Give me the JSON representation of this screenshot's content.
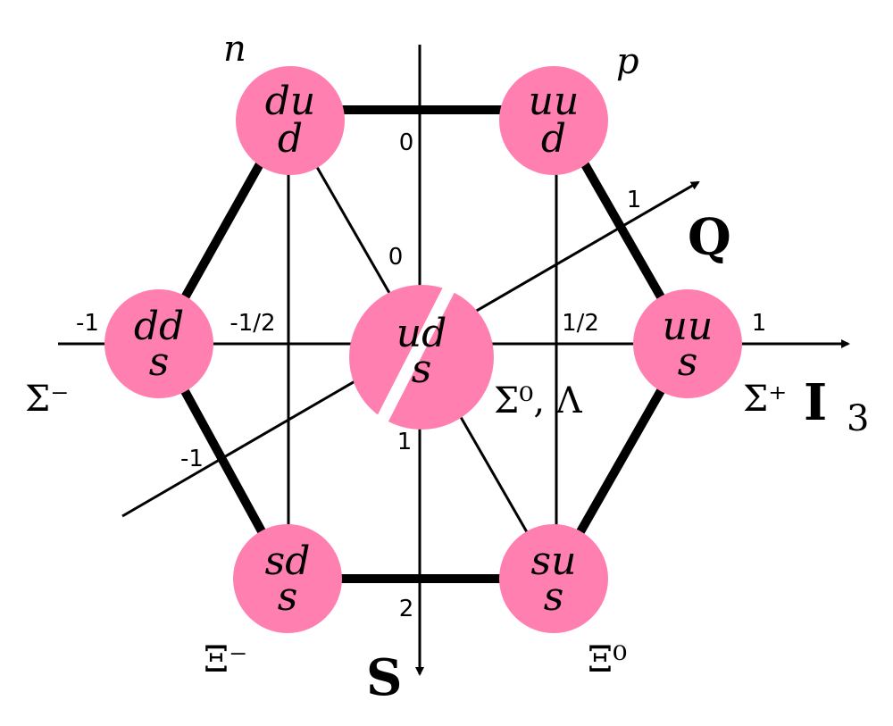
{
  "colors": {
    "node": "#ff80b0",
    "line": "#000000"
  },
  "particles": {
    "n": {
      "name": "n",
      "top": "du",
      "bottom": "d"
    },
    "p": {
      "name": "p",
      "top": "uu",
      "bottom": "d"
    },
    "sigma_minus": {
      "name": "Σ⁻",
      "top": "dd",
      "bottom": "s"
    },
    "center": {
      "name": "Σ⁰, Λ",
      "top": "ud",
      "bottom": "s"
    },
    "sigma_plus": {
      "name": "Σ⁺",
      "top": "uu",
      "bottom": "s"
    },
    "xi_minus": {
      "name": "Ξ⁻",
      "top": "sd",
      "bottom": "s"
    },
    "xi_zero": {
      "name": "Ξ⁰",
      "top": "su",
      "bottom": "s"
    }
  },
  "axes": {
    "i3": {
      "label": "I",
      "sub": "3",
      "ticks": [
        "-1",
        "-1/2",
        "1/2",
        "1"
      ]
    },
    "s": {
      "label": "S",
      "ticks": [
        "0",
        "1",
        "2"
      ]
    },
    "q": {
      "label": "Q",
      "ticks": [
        "0",
        "1",
        "-1"
      ]
    }
  }
}
